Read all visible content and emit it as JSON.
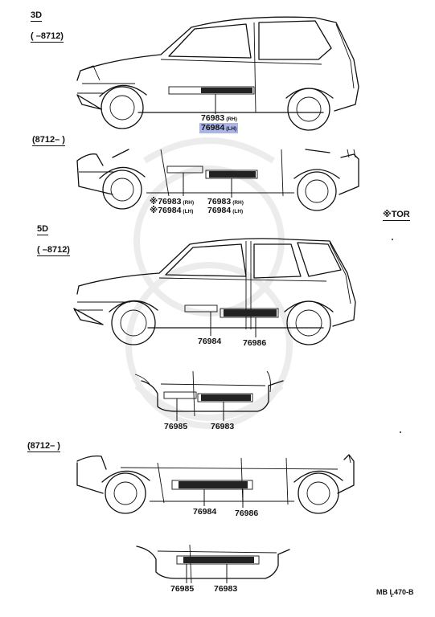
{
  "sections": {
    "three_door": {
      "label": "3D",
      "range_a": "(      –8712)",
      "range_b": "(8712–       )"
    },
    "five_door": {
      "label": "5D",
      "range_a": "(      –8712)",
      "range_b": "(8712–       )"
    }
  },
  "parts": {
    "p76983": "76983",
    "p76984": "76984",
    "p76985": "76985",
    "p76986": "76986"
  },
  "suffix": {
    "rh": "(RH)",
    "lh": "(LH)"
  },
  "star_prefix": "※",
  "note_tor": "※TOR",
  "footer_code": "MB  L470-B"
}
